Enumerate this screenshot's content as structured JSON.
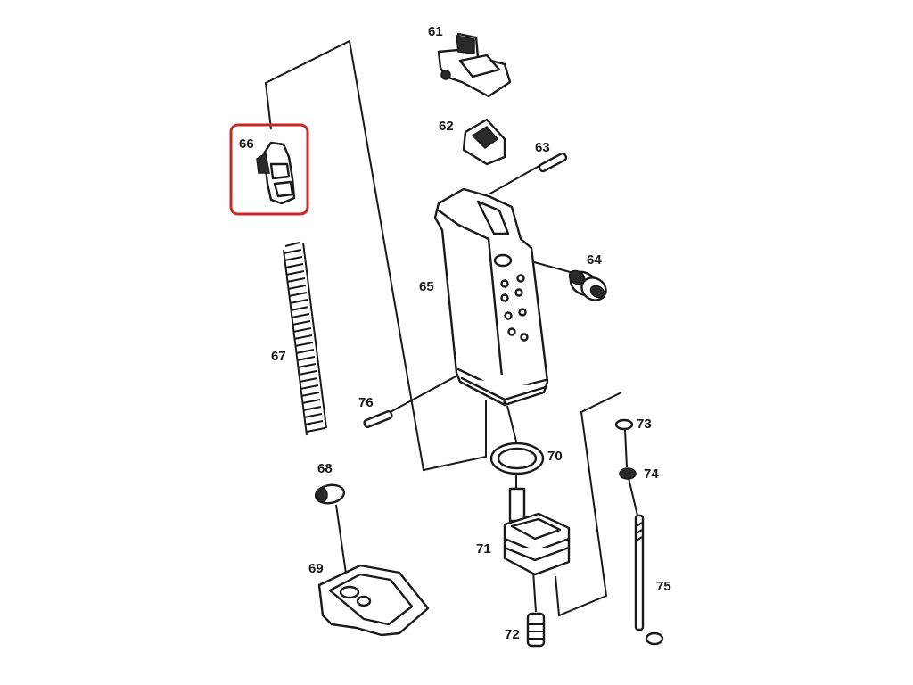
{
  "labels": {
    "p61": "61",
    "p62": "62",
    "p63": "63",
    "p64": "64",
    "p65": "65",
    "p66": "66",
    "p67": "67",
    "p68": "68",
    "p69": "69",
    "p70": "70",
    "p71": "71",
    "p72": "72",
    "p73": "73",
    "p74": "74",
    "p75": "75",
    "p76": "76"
  },
  "highlight": {
    "part": "66",
    "color": "#c62828"
  }
}
